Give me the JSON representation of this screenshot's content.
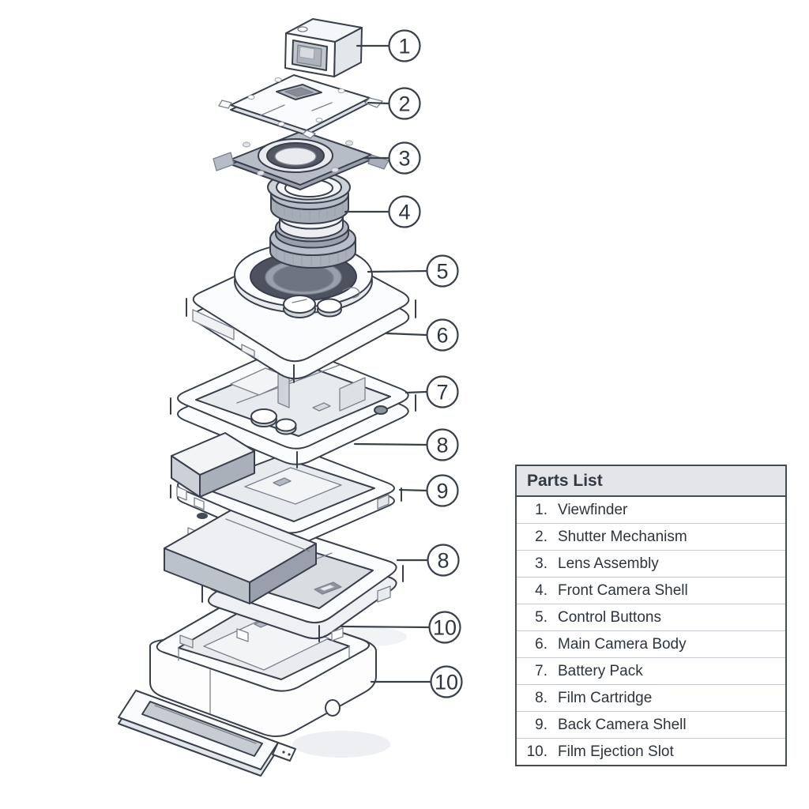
{
  "parts_list": {
    "title": "Parts List",
    "items": [
      {
        "num": "1.",
        "label": "Viewfinder"
      },
      {
        "num": "2.",
        "label": "Shutter Mechanism"
      },
      {
        "num": "3.",
        "label": "Lens Assembly"
      },
      {
        "num": "4.",
        "label": "Front Camera Shell"
      },
      {
        "num": "5.",
        "label": "Control Buttons"
      },
      {
        "num": "6.",
        "label": "Main Camera Body"
      },
      {
        "num": "7.",
        "label": "Battery Pack"
      },
      {
        "num": "8.",
        "label": "Film Cartridge"
      },
      {
        "num": "9.",
        "label": "Back Camera Shell"
      },
      {
        "num": "10.",
        "label": "Film Ejection Slot"
      }
    ]
  },
  "callouts": [
    {
      "number": "1"
    },
    {
      "number": "2"
    },
    {
      "number": "3"
    },
    {
      "number": "4"
    },
    {
      "number": "5"
    },
    {
      "number": "6"
    },
    {
      "number": "7"
    },
    {
      "number": "8"
    },
    {
      "number": "9"
    },
    {
      "number": "8"
    },
    {
      "number": "10"
    },
    {
      "number": "10"
    }
  ],
  "colors": {
    "line": "#39404c",
    "plate_gray": "#b7bdc6",
    "dark_ring": "#4c535e",
    "mid_gray": "#99a0aa",
    "cavity_gray": "#e8ebee",
    "cartridge_side": "#9aa1ac",
    "table_border": "#454b54",
    "table_header_bg": "#e3e5e9",
    "row_divider": "#c6cad0",
    "text": "#2e343d"
  }
}
